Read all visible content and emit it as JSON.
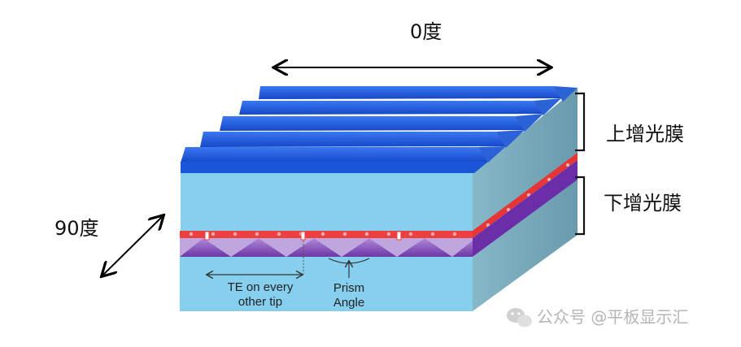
{
  "labels": {
    "angle_top": "0度",
    "angle_left": "90度",
    "upper_film": "上增光膜",
    "lower_film": "下增光膜",
    "te_line1": "TE on every",
    "te_line2": "other tip",
    "prism_line1": "Prism",
    "prism_line2": "Angle"
  },
  "watermark": {
    "text": "公众号 @平板显示汇",
    "icon": "wechat-icon"
  },
  "colors": {
    "prism_blue": "#1f5fe0",
    "film_light_blue": "#86cfee",
    "film_side": "#7fb2c3",
    "adhesive_red": "#ef3e3e",
    "prism_purple": "#7a46b4"
  }
}
